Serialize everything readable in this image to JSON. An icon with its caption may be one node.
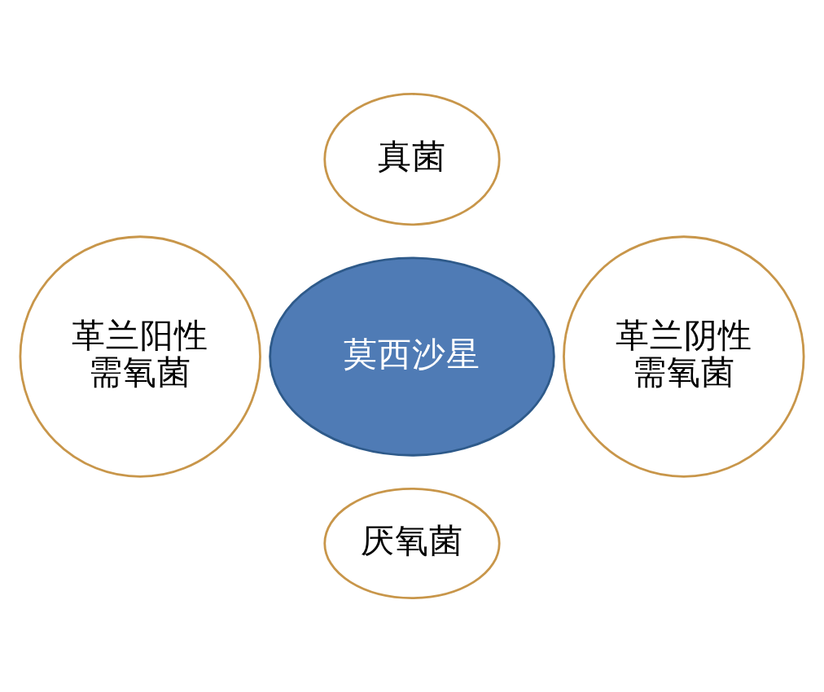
{
  "diagram": {
    "nodes": [
      {
        "text": [
          "真菌"
        ]
      },
      {
        "text": [
          "革兰阳性需氧菌"
        ]
      },
      {
        "text": [
          "莫西沙星"
        ]
      },
      {
        "text": [
          "革兰阴性需氧菌"
        ]
      },
      {
        "text": [
          "厌氧菌"
        ]
      }
    ]
  }
}
